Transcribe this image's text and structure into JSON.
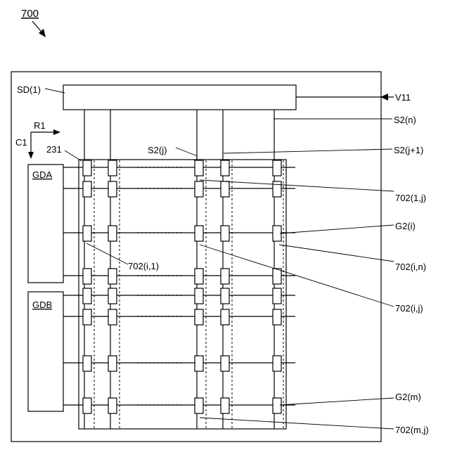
{
  "figure_number": "700",
  "source_driver": {
    "label": "SD(1)"
  },
  "voltage_label": "V11",
  "direction_labels": {
    "row": "R1",
    "column": "C1"
  },
  "region_label": "231",
  "gate_drivers": [
    {
      "label": "GDA"
    },
    {
      "label": "GDB"
    }
  ],
  "signal_labels": {
    "s2_n": "S2(n)",
    "s2_j": "S2(j)",
    "s2_j1": "S2(j+1)",
    "g2_i": "G2(i)",
    "g2_m": "G2(m)"
  },
  "pixel_labels": {
    "p_1j": "702(1,j)",
    "p_i1": "702(i,1)",
    "p_in": "702(i,n)",
    "p_ij": "702(i,j)",
    "p_mj": "702(m,j)"
  }
}
